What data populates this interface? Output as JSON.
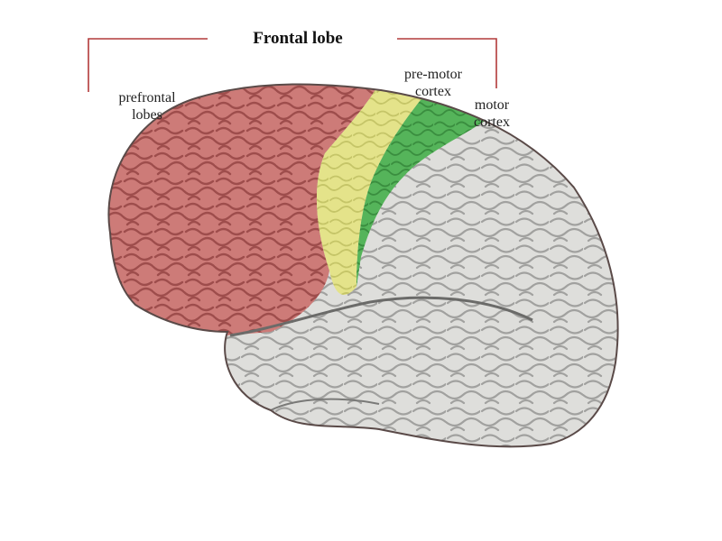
{
  "diagram": {
    "title": "Frontal lobe",
    "labels": {
      "prefrontal": [
        "prefrontal",
        "lobes"
      ],
      "premotor": [
        "pre-motor",
        "cortex"
      ],
      "motor": [
        "motor",
        "cortex"
      ]
    }
  },
  "colors": {
    "prefrontal": "#cd7b78",
    "premotor": "#e4e38a",
    "motor": "#55b45a",
    "rest_of_brain": "#dededb",
    "bracket": "#b23a3a",
    "outline": "#5a4a48"
  }
}
